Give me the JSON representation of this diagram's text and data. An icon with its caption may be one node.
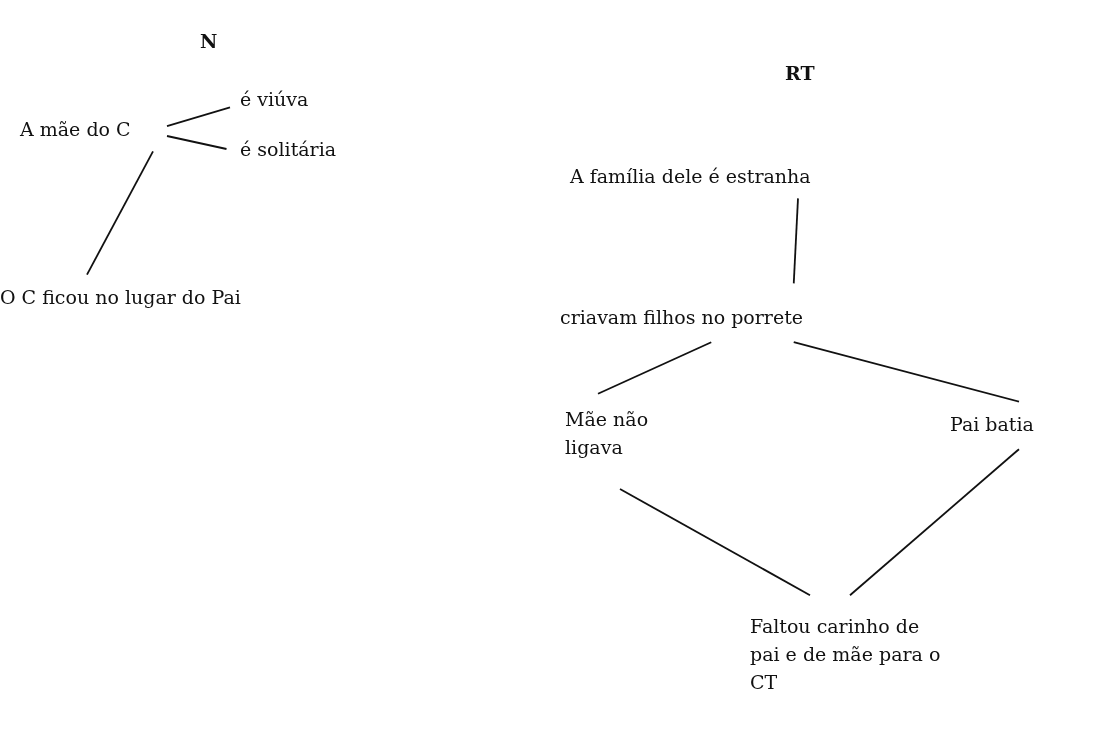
{
  "diagram": {
    "nodes": [
      {
        "text": [
          "A mãe do C"
        ]
      },
      {
        "text": [
          "é viúva"
        ]
      },
      {
        "text": [
          "é solitária"
        ]
      },
      {
        "text": [
          "O C ficou no lugar do Pai"
        ]
      },
      {
        "text": [
          "A família dele é estranha"
        ]
      },
      {
        "text": [
          "criavam filhos no porrete"
        ]
      },
      {
        "text": [
          "Mãe não ligava"
        ]
      },
      {
        "text": [
          "Pai batia"
        ]
      },
      {
        "text": [
          "Faltou carinho de pai e de mãe para o CT"
        ]
      }
    ],
    "edges": [
      {
        "from": 0,
        "to": 1,
        "arrow": "none"
      },
      {
        "from": 0,
        "to": 2,
        "arrow": "none"
      },
      {
        "from": 0,
        "to": 3,
        "arrow": "none"
      },
      {
        "from": 4,
        "to": 5,
        "arrow": "none"
      },
      {
        "from": 5,
        "to": 6,
        "arrow": "none"
      },
      {
        "from": 5,
        "to": 7,
        "arrow": "none"
      },
      {
        "from": 6,
        "to": 8,
        "arrow": "none"
      },
      {
        "from": 7,
        "to": 8,
        "arrow": "none"
      }
    ],
    "labels": [
      "N",
      "RT"
    ]
  }
}
